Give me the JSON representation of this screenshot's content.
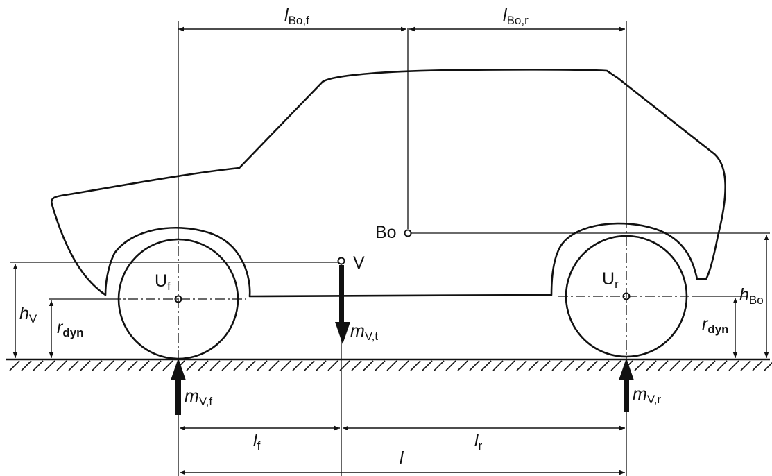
{
  "labels": {
    "l_bo_f": {
      "main": "l",
      "sub": "Bo,f"
    },
    "l_bo_r": {
      "main": "l",
      "sub": "Bo,r"
    },
    "bo": "Bo",
    "v": "V",
    "u_f": {
      "main": "U",
      "sub": "f"
    },
    "u_r": {
      "main": "U",
      "sub": "r"
    },
    "h_v": {
      "main": "h",
      "sub": "V"
    },
    "r_dyn_front": {
      "main": "r",
      "sub": "dyn"
    },
    "r_dyn_rear": {
      "main": "r",
      "sub": "dyn"
    },
    "h_bo": {
      "main": "h",
      "sub": "Bo"
    },
    "m_v_t": {
      "main": "m",
      "sub": "V,t"
    },
    "m_v_f": {
      "main": "m",
      "sub": "V,f"
    },
    "m_v_r": {
      "main": "m",
      "sub": "V,r"
    },
    "l_f": {
      "main": "l",
      "sub": "f"
    },
    "l_r": {
      "main": "l",
      "sub": "r"
    },
    "l": "l"
  }
}
